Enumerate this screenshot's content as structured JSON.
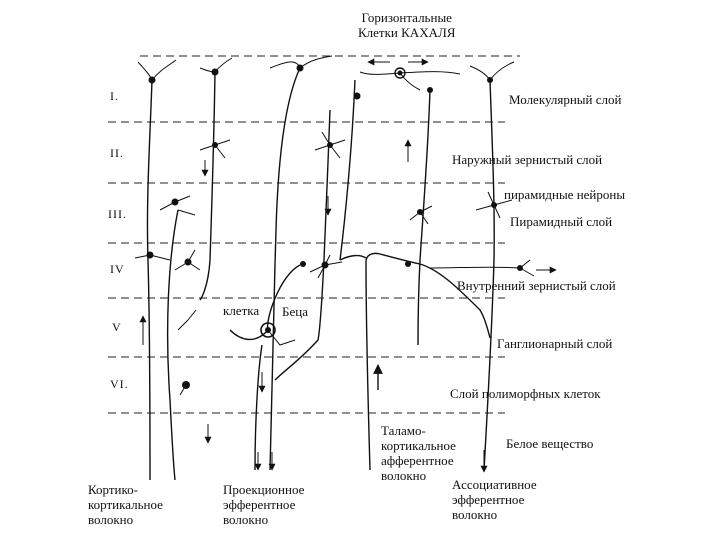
{
  "diagram": {
    "title": [
      "Горизонтальные",
      "Клетки КАХАЛЯ"
    ],
    "layers": [
      "I.",
      "II.",
      "III.",
      "IV",
      "V",
      "VI."
    ],
    "layer_names": [
      "Молекулярный слой",
      "Наружный зернистый слой",
      "пирамидные нейроны",
      "Пирамидный слой",
      "Внутренний зернистый слой",
      "Ганглионарный слой",
      "Слой полиморфных клеток",
      "Белое вещество"
    ],
    "betz_label": [
      "клетка",
      "Беца"
    ],
    "fibers": {
      "cortico_cortical": [
        "Кортико-",
        "кортикальное",
        "волокно"
      ],
      "projection_efferent": [
        "Проекционное",
        "эфферентное",
        "волокно"
      ],
      "thalamo_cortical": [
        "Таламо-",
        "кортикальное",
        "афферентное",
        "волокно"
      ],
      "associative_efferent": [
        "Ассоциативное",
        "эфферентное",
        "волокно"
      ]
    }
  }
}
